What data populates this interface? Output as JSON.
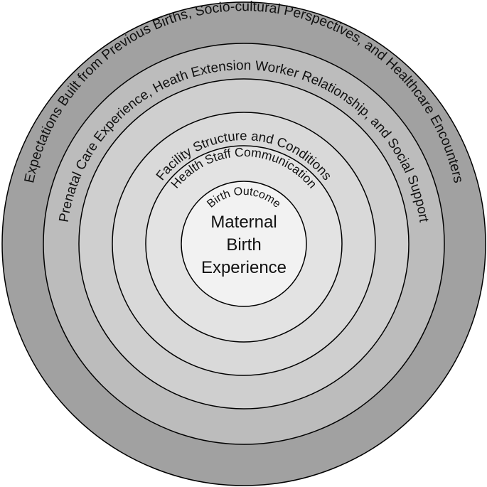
{
  "rings": [
    {
      "id": "ring-1",
      "label": "Expectations Built from Previous Births, Socio-cultural Perspectives, and Healthcare Encounters",
      "fill": "#a1a1a1"
    },
    {
      "id": "ring-2",
      "label": "Prenatal Care Experience, Heath Extension Worker Relationship, and Social Support",
      "fill": "#bcbcbc"
    },
    {
      "id": "ring-3",
      "label": "Facility Structure and Conditions",
      "fill": "#cfcfcf"
    },
    {
      "id": "ring-4",
      "label": "Health Staff Communication",
      "fill": "#d9d9d9"
    },
    {
      "id": "ring-5",
      "label": "Birth Outcome",
      "fill": "#e3e3e3"
    }
  ],
  "center": {
    "lines": [
      "Maternal",
      "Birth",
      "Experience"
    ],
    "fill": "#f2f2f2"
  },
  "stroke_color": "#000000"
}
